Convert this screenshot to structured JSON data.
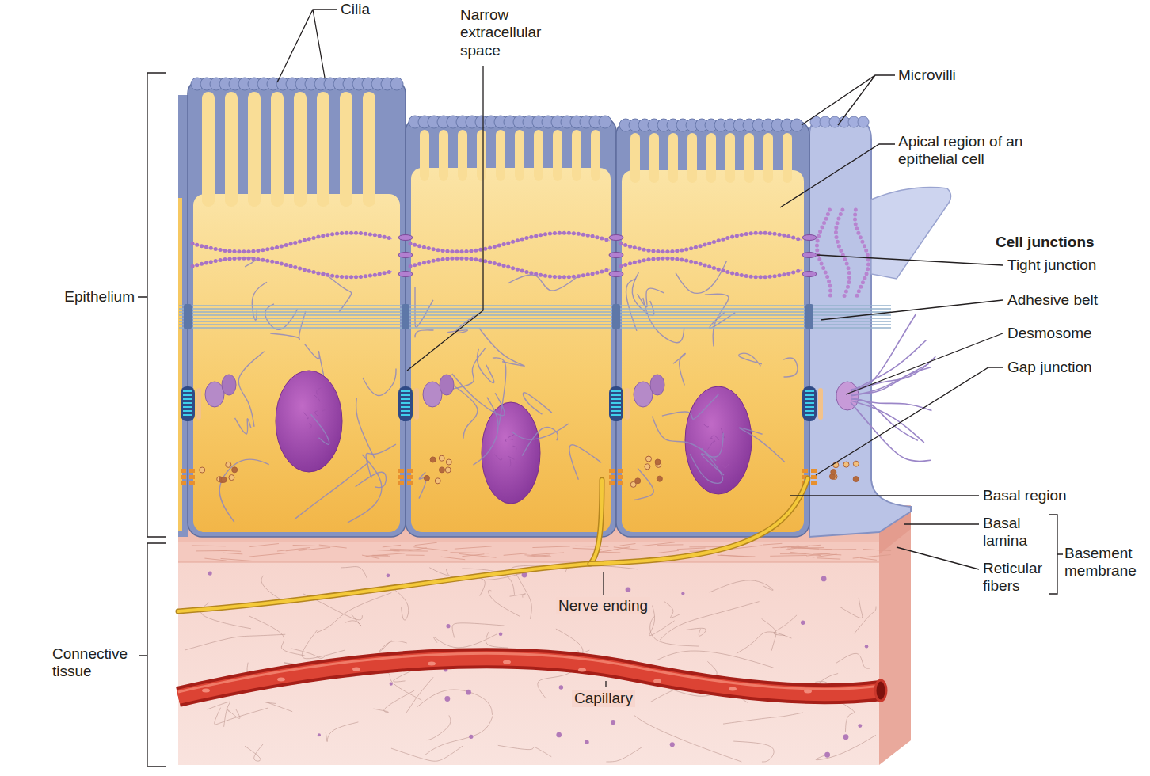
{
  "diagram": {
    "labels": [
      "Cilia",
      "Narrow extracellular space",
      "Microvilli",
      "Apical region of an epithelial cell",
      "Epithelium",
      "Cell junctions",
      "Tight junction",
      "Adhesive belt",
      "Desmosome",
      "Gap junction",
      "Basal region",
      "Basal lamina",
      "Reticular fibers",
      "Basement membrane",
      "Nerve ending",
      "Connective tissue",
      "Capillary"
    ]
  }
}
